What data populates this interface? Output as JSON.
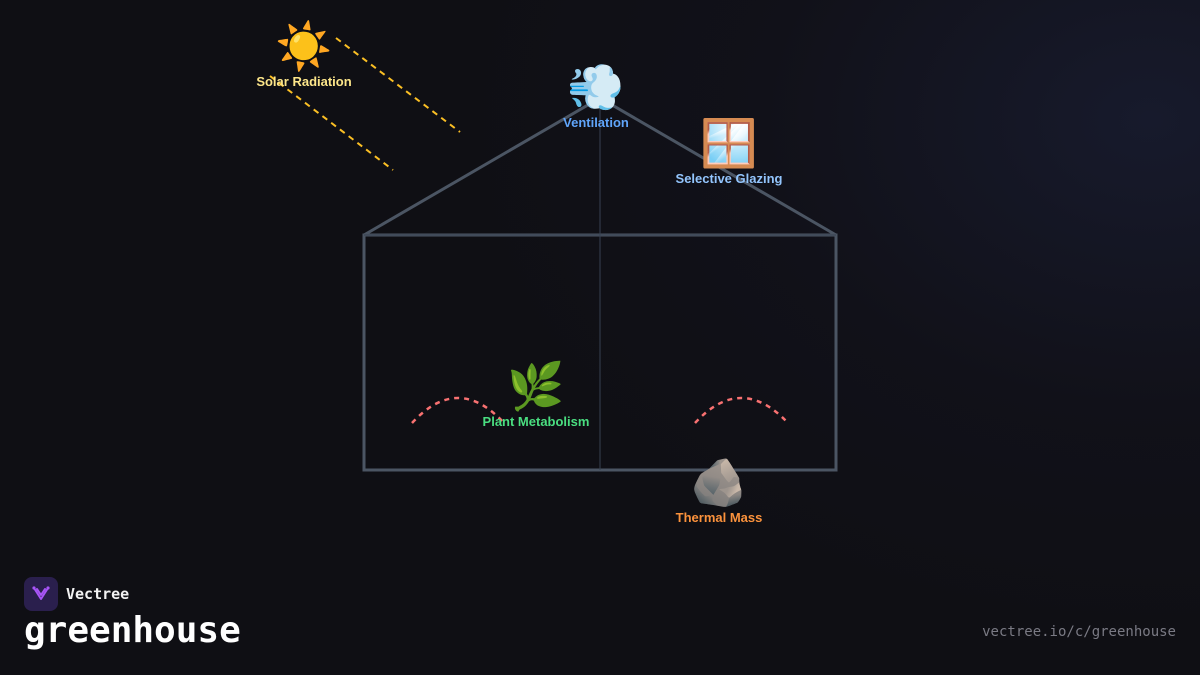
{
  "diagram": {
    "nodes": [
      {
        "id": "solar",
        "label": "Solar Radiation",
        "icon": "sun-icon",
        "emoji": "☀️",
        "color": "#fde68a"
      },
      {
        "id": "ventilation",
        "label": "Ventilation",
        "icon": "wind-icon",
        "emoji": "💨",
        "color": "#60a5fa"
      },
      {
        "id": "glazing",
        "label": "Selective Glazing",
        "icon": "window-icon",
        "emoji": "🪟",
        "color": "#93c5fd"
      },
      {
        "id": "plant",
        "label": "Plant Metabolism",
        "icon": "herb-icon",
        "emoji": "🌿",
        "color": "#4ade80"
      },
      {
        "id": "thermal",
        "label": "Thermal Mass",
        "icon": "rock-icon",
        "emoji": "🪨",
        "color": "#fb923c"
      }
    ],
    "colors": {
      "outline": "#4b5563",
      "divider": "#374151",
      "sun_rays": "#fbbf24",
      "heat_arcs": "#f87171"
    }
  },
  "brand": {
    "name": "Vectree",
    "icon": "vectree-logo-icon",
    "accent": "#a855f7"
  },
  "footer": {
    "title": "greenhouse",
    "url": "vectree.io/c/greenhouse"
  }
}
